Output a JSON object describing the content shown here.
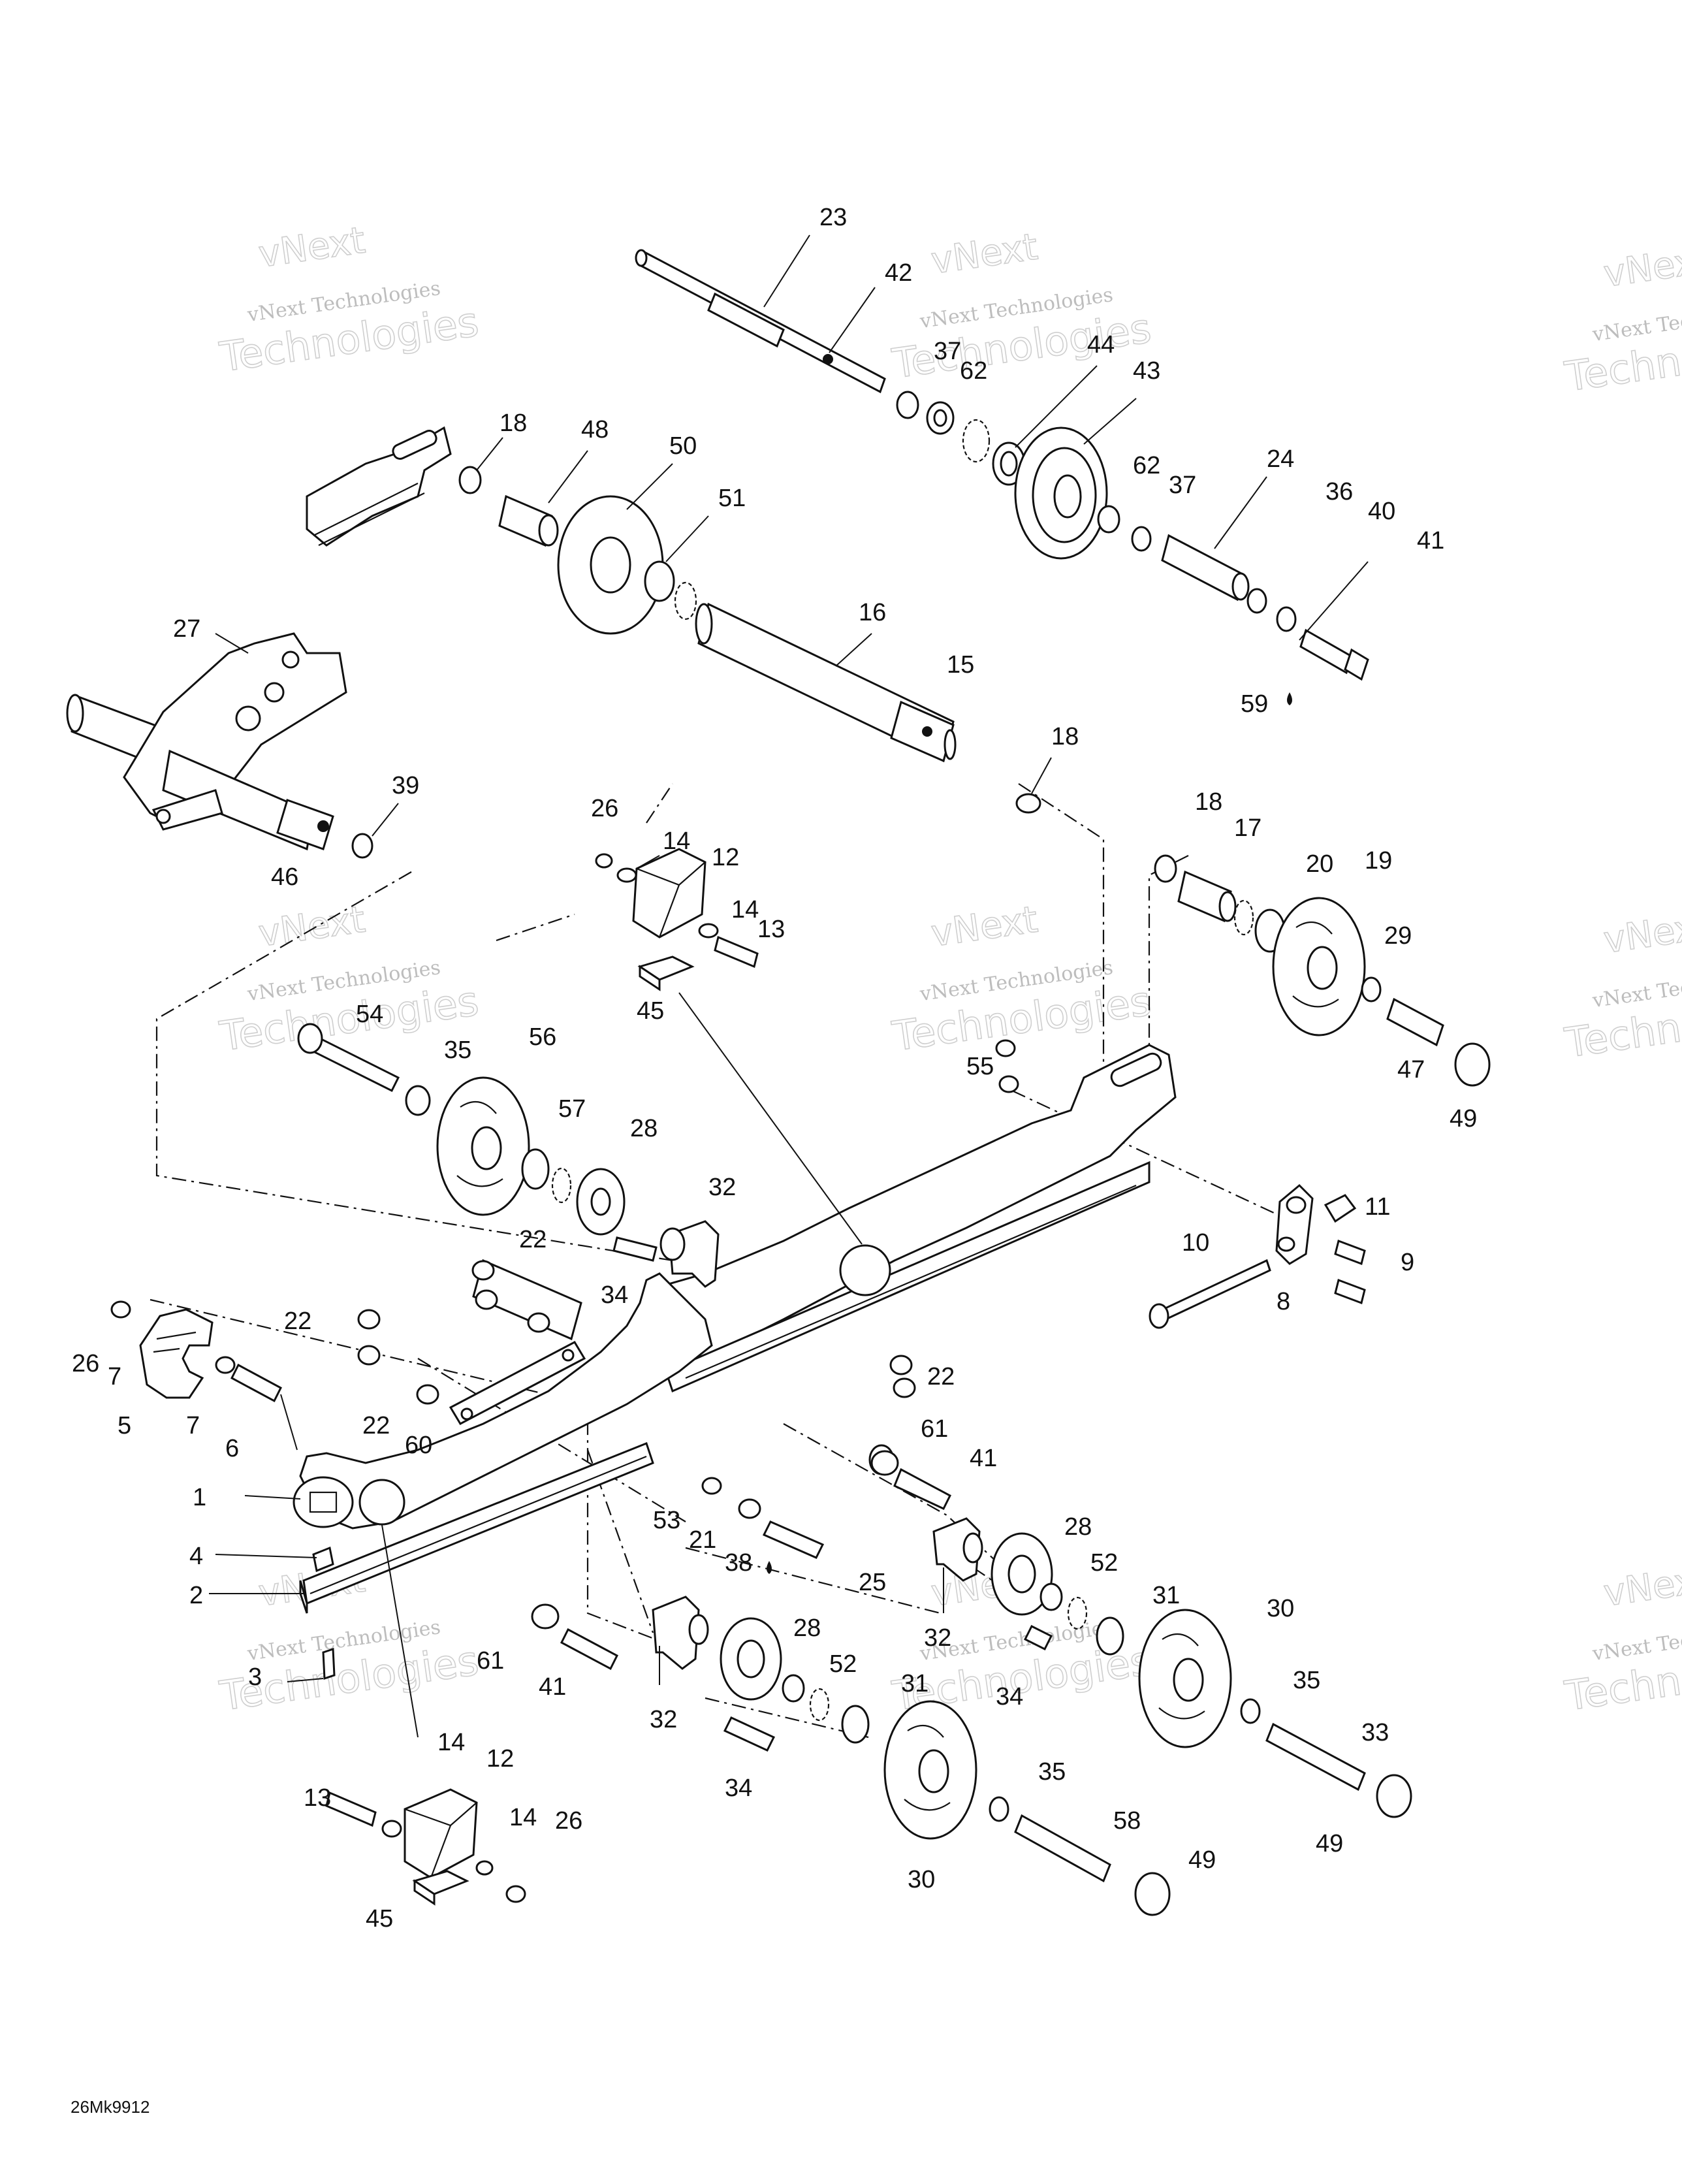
{
  "watermark": {
    "line1": "vNext",
    "line2": "vNext Technologies",
    "line3": "Technologies"
  },
  "drawing_code": "26Mk9912",
  "callouts": [
    {
      "n": "23"
    },
    {
      "n": "42"
    },
    {
      "n": "37"
    },
    {
      "n": "62"
    },
    {
      "n": "44"
    },
    {
      "n": "43"
    },
    {
      "n": "18"
    },
    {
      "n": "48"
    },
    {
      "n": "50"
    },
    {
      "n": "51"
    },
    {
      "n": "62"
    },
    {
      "n": "37"
    },
    {
      "n": "24"
    },
    {
      "n": "36"
    },
    {
      "n": "40"
    },
    {
      "n": "41"
    },
    {
      "n": "16"
    },
    {
      "n": "15"
    },
    {
      "n": "59"
    },
    {
      "n": "27"
    },
    {
      "n": "18"
    },
    {
      "n": "39"
    },
    {
      "n": "46"
    },
    {
      "n": "26"
    },
    {
      "n": "14"
    },
    {
      "n": "12"
    },
    {
      "n": "14"
    },
    {
      "n": "13"
    },
    {
      "n": "18"
    },
    {
      "n": "17"
    },
    {
      "n": "20"
    },
    {
      "n": "19"
    },
    {
      "n": "29"
    },
    {
      "n": "45"
    },
    {
      "n": "54"
    },
    {
      "n": "35"
    },
    {
      "n": "56"
    },
    {
      "n": "55"
    },
    {
      "n": "47"
    },
    {
      "n": "49"
    },
    {
      "n": "57"
    },
    {
      "n": "28"
    },
    {
      "n": "32"
    },
    {
      "n": "11"
    },
    {
      "n": "22"
    },
    {
      "n": "10"
    },
    {
      "n": "9"
    },
    {
      "n": "34"
    },
    {
      "n": "8"
    },
    {
      "n": "22"
    },
    {
      "n": "26"
    },
    {
      "n": "7"
    },
    {
      "n": "22"
    },
    {
      "n": "5"
    },
    {
      "n": "7"
    },
    {
      "n": "6"
    },
    {
      "n": "22"
    },
    {
      "n": "60"
    },
    {
      "n": "61"
    },
    {
      "n": "41"
    },
    {
      "n": "1"
    },
    {
      "n": "53"
    },
    {
      "n": "21"
    },
    {
      "n": "28"
    },
    {
      "n": "4"
    },
    {
      "n": "38"
    },
    {
      "n": "25"
    },
    {
      "n": "52"
    },
    {
      "n": "2"
    },
    {
      "n": "31"
    },
    {
      "n": "30"
    },
    {
      "n": "32"
    },
    {
      "n": "28"
    },
    {
      "n": "61"
    },
    {
      "n": "41"
    },
    {
      "n": "52"
    },
    {
      "n": "34"
    },
    {
      "n": "3"
    },
    {
      "n": "31"
    },
    {
      "n": "35"
    },
    {
      "n": "32"
    },
    {
      "n": "33"
    },
    {
      "n": "14"
    },
    {
      "n": "12"
    },
    {
      "n": "34"
    },
    {
      "n": "13"
    },
    {
      "n": "35"
    },
    {
      "n": "14"
    },
    {
      "n": "26"
    },
    {
      "n": "58"
    },
    {
      "n": "49"
    },
    {
      "n": "49"
    },
    {
      "n": "30"
    },
    {
      "n": "45"
    }
  ]
}
